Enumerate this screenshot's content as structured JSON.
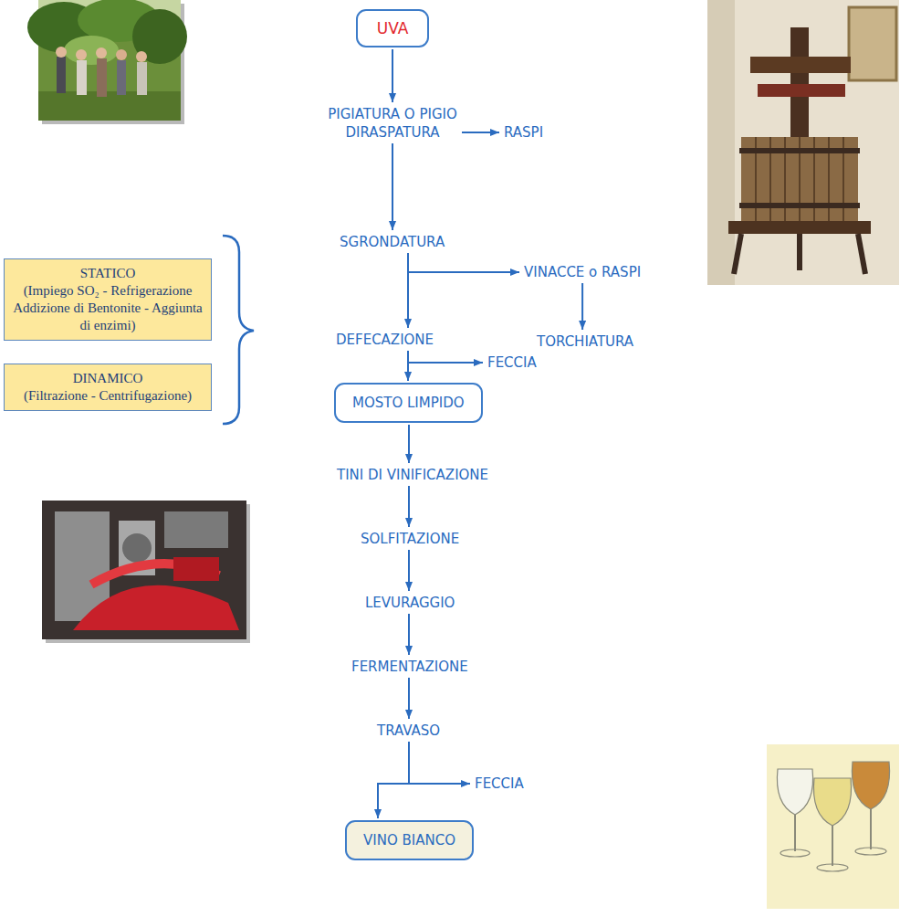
{
  "diagram": {
    "nodes": [
      {
        "text": [
          "UVA"
        ]
      },
      {
        "text": [
          "PIGIATURA O PIGIO DIRASPATURA"
        ]
      },
      {
        "text": [
          "RASPI"
        ]
      },
      {
        "text": [
          "SGRONDATURA"
        ]
      },
      {
        "text": [
          "VINACCE o RASPI"
        ]
      },
      {
        "text": [
          "DEFECAZIONE"
        ]
      },
      {
        "text": [
          "TORCHIATURA"
        ]
      },
      {
        "text": [
          "FECCIA"
        ]
      },
      {
        "text": [
          "MOSTO LIMPIDO"
        ]
      },
      {
        "text": [
          "TINI DI VINIFICAZIONE"
        ]
      },
      {
        "text": [
          "SOLFITAZIONE"
        ]
      },
      {
        "text": [
          "LEVURAGGIO"
        ]
      },
      {
        "text": [
          "FERMENTAZIONE"
        ]
      },
      {
        "text": [
          "TRAVASO"
        ]
      },
      {
        "text": [
          "FECCIA"
        ]
      },
      {
        "text": [
          "VINO BIANCO"
        ]
      },
      {
        "text": [
          "STATICO",
          "(Impiego SO₂ - Refrigerazione Addizione di Bentonite - Aggiunta di enzimi)"
        ]
      },
      {
        "text": [
          "DINAMICO",
          "(Filtrazione - Centrifugazione)"
        ]
      }
    ],
    "edges": [
      {
        "from": 0,
        "to": 1,
        "arrow": "to"
      },
      {
        "from": 1,
        "to": 2,
        "arrow": "to"
      },
      {
        "from": 1,
        "to": 3,
        "arrow": "to"
      },
      {
        "from": 3,
        "to": 5,
        "arrow": "to"
      },
      {
        "from": 3,
        "to": 4,
        "arrow": "to"
      },
      {
        "from": 4,
        "to": 6,
        "arrow": "to"
      },
      {
        "from": 5,
        "to": 7,
        "arrow": "to"
      },
      {
        "from": 5,
        "to": 8,
        "arrow": "to"
      },
      {
        "from": 8,
        "to": 9,
        "arrow": "to"
      },
      {
        "from": 9,
        "to": 10,
        "arrow": "to"
      },
      {
        "from": 10,
        "to": 11,
        "arrow": "to"
      },
      {
        "from": 11,
        "to": 12,
        "arrow": "to"
      },
      {
        "from": 12,
        "to": 13,
        "arrow": "to"
      },
      {
        "from": 13,
        "to": 14,
        "arrow": "to"
      },
      {
        "from": 13,
        "to": 15,
        "arrow": "to"
      }
    ]
  }
}
